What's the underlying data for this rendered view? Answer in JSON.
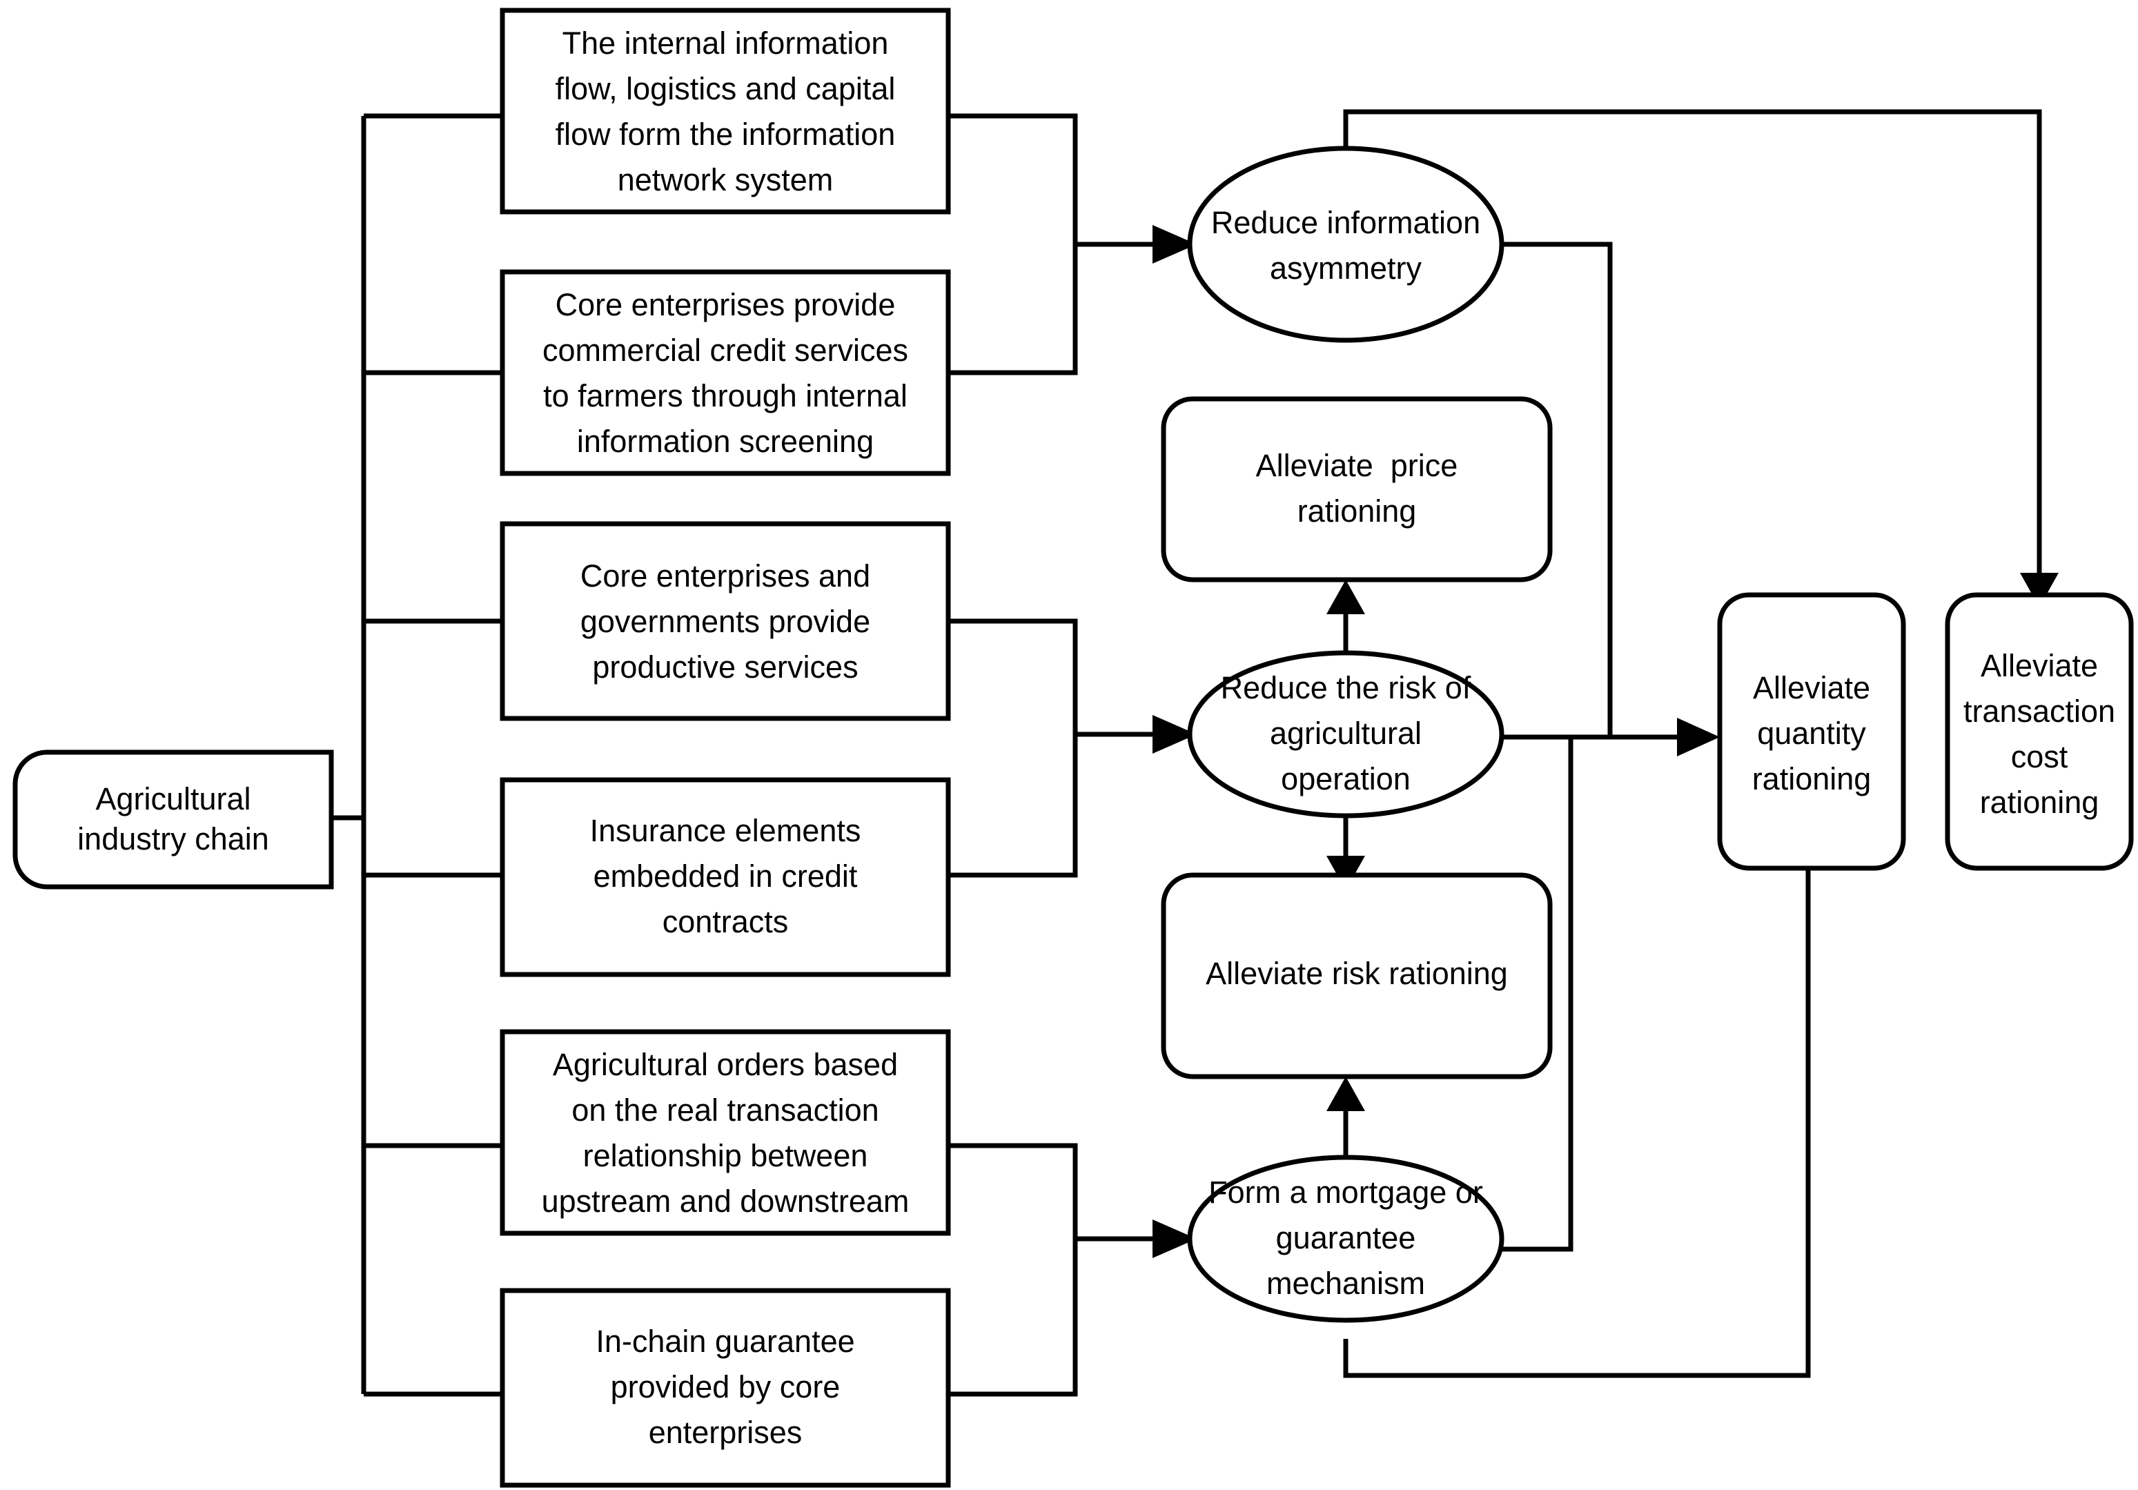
{
  "diagram": {
    "type": "flowchart",
    "title": "Agricultural industry chain credit rationing alleviation mechanism",
    "colors": {
      "stroke": "#000000",
      "fill": "#ffffff",
      "text": "#000000"
    },
    "source_node": {
      "id": "agricultural-industry-chain",
      "shape": "rounded-left-rectangle",
      "lines": [
        "Agricultural",
        "industry chain"
      ]
    },
    "mechanism_nodes": [
      {
        "id": "information-network-system",
        "shape": "rectangle",
        "lines": [
          "The internal information",
          "flow, logistics and capital",
          "flow form the information",
          "network system"
        ]
      },
      {
        "id": "commercial-credit-services",
        "shape": "rectangle",
        "lines": [
          "Core enterprises provide",
          "commercial credit services",
          "to farmers through internal",
          "information screening"
        ]
      },
      {
        "id": "productive-services",
        "shape": "rectangle",
        "lines": [
          "Core enterprises and",
          "governments provide",
          "productive services"
        ]
      },
      {
        "id": "insurance-elements",
        "shape": "rectangle",
        "lines": [
          "Insurance elements",
          "embedded in credit",
          "contracts"
        ]
      },
      {
        "id": "agricultural-orders",
        "shape": "rectangle",
        "lines": [
          "Agricultural orders based",
          "on the real transaction",
          "relationship between",
          "upstream and downstream"
        ]
      },
      {
        "id": "in-chain-guarantee",
        "shape": "rectangle",
        "lines": [
          "In-chain guarantee",
          "provided by core",
          "enterprises"
        ]
      }
    ],
    "effect_nodes": [
      {
        "id": "reduce-information-asymmetry",
        "shape": "ellipse",
        "lines": [
          "Reduce information",
          "asymmetry"
        ]
      },
      {
        "id": "reduce-risk-agricultural-operation",
        "shape": "ellipse",
        "lines": [
          "Reduce the risk of",
          "agricultural",
          "operation"
        ]
      },
      {
        "id": "form-mortgage-guarantee-mechanism",
        "shape": "ellipse",
        "lines": [
          "Form a mortgage or",
          "guarantee",
          "mechanism"
        ]
      }
    ],
    "outcome_nodes": [
      {
        "id": "alleviate-price-rationing",
        "shape": "rounded-rectangle",
        "lines": [
          "Alleviate  price",
          "rationing"
        ]
      },
      {
        "id": "alleviate-risk-rationing",
        "shape": "rounded-rectangle",
        "lines": [
          "Alleviate risk rationing"
        ]
      },
      {
        "id": "alleviate-quantity-rationing",
        "shape": "rounded-rectangle",
        "lines": [
          "Alleviate",
          "quantity",
          "rationing"
        ]
      },
      {
        "id": "alleviate-transaction-cost-rationing",
        "shape": "rounded-rectangle",
        "lines": [
          "Alleviate",
          "transaction",
          "cost",
          "rationing"
        ]
      }
    ]
  }
}
